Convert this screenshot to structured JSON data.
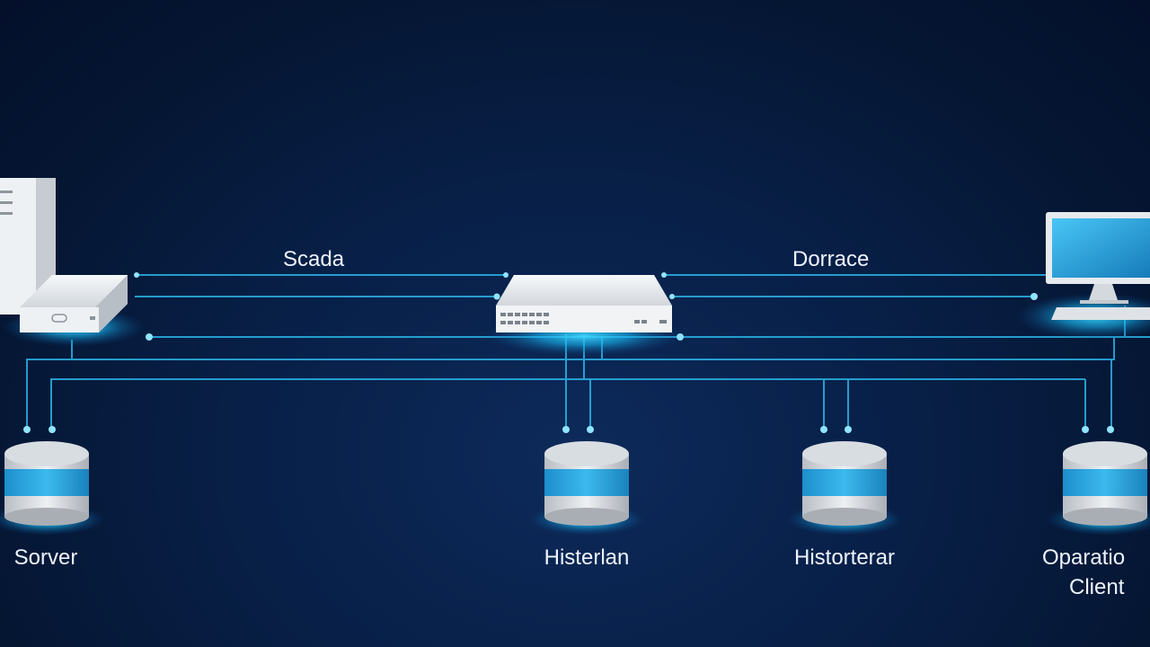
{
  "connections": {
    "left_label": "Scada",
    "right_label": "Dorrace"
  },
  "nodes": {
    "server": {
      "label": "Sorver"
    },
    "historian_a": {
      "label": "Histerlan"
    },
    "historian_b": {
      "label": "Historterar"
    },
    "client": {
      "label_line1": "Oparatio",
      "label_line2": "Client"
    }
  },
  "colors": {
    "background": "#061a3a",
    "link": "#2bb3e6",
    "glow": "#19c3ff",
    "db_band": "#2aa6e0",
    "device_body": "#e8ecf0"
  }
}
